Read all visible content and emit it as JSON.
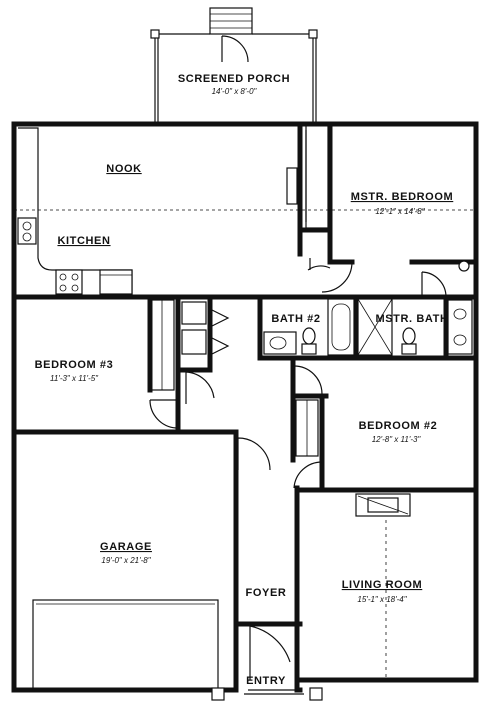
{
  "rooms": {
    "screened_porch": {
      "name": "SCREENED PORCH",
      "size": "14'-0\" x 8'-0\""
    },
    "nook": {
      "name": "NOOK"
    },
    "kitchen": {
      "name": "KITCHEN"
    },
    "master_bedroom": {
      "name": "MSTR. BEDROOM",
      "size": "12'-1\" x 14'-8\""
    },
    "bath_2": {
      "name": "BATH #2"
    },
    "master_bath": {
      "name": "MSTR. BATH"
    },
    "bedroom_3": {
      "name": "BEDROOM #3",
      "size": "11'-3\" x 11'-5\""
    },
    "bedroom_2": {
      "name": "BEDROOM #2",
      "size": "12'-8\" x 11'-3\""
    },
    "garage": {
      "name": "GARAGE",
      "size": "19'-0\" x 21'-8\""
    },
    "living_room": {
      "name": "LIVING ROOM",
      "size": "15'-1\" x 18'-4\""
    },
    "foyer": {
      "name": "FOYER"
    },
    "entry": {
      "name": "ENTRY"
    }
  }
}
